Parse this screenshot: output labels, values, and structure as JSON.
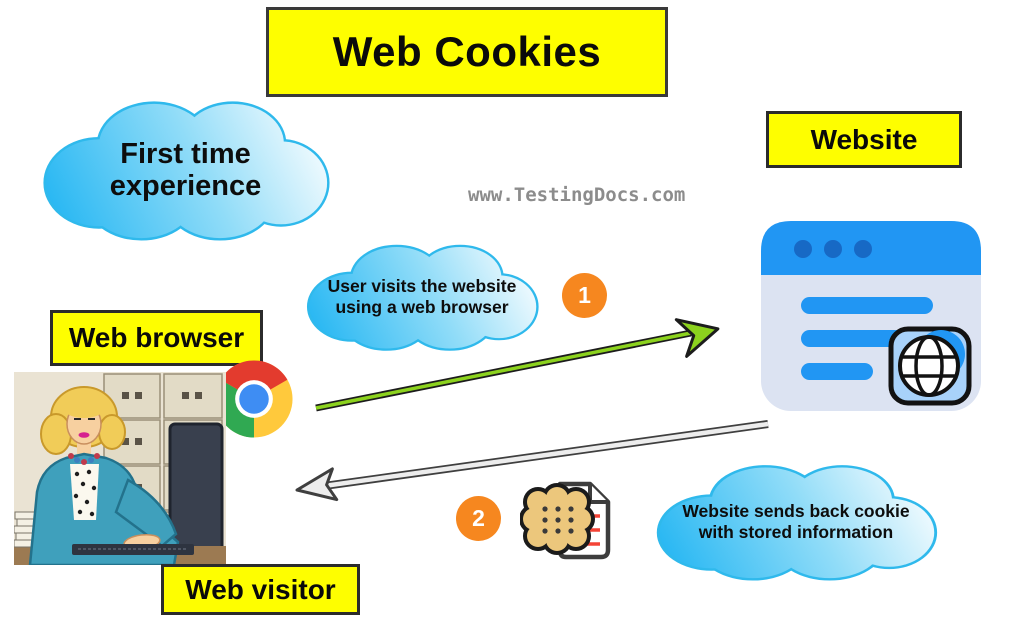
{
  "title": "Web Cookies",
  "watermark": "www.TestingDocs.com",
  "labels": {
    "website": "Website",
    "web_browser": "Web browser",
    "web_visitor": "Web visitor"
  },
  "clouds": {
    "first_time": "First time experience",
    "step1": "User visits the website using a web browser",
    "step2": "Website sends back cookie with stored information"
  },
  "steps": {
    "one": "1",
    "two": "2"
  },
  "icons": {
    "browser": "chrome-icon",
    "website": "browser-window-globe-icon",
    "cookie": "cookie-with-document-icon"
  },
  "colors": {
    "highlight_yellow": "#FEFE00",
    "cloud_blue": "#1FB4F2",
    "step_orange": "#F6871F",
    "arrow_green": "#8CD21E",
    "arrow_gray": "#EDEDED",
    "browser_blue": "#2196F3",
    "watermark_gray": "#8C8C8C"
  }
}
